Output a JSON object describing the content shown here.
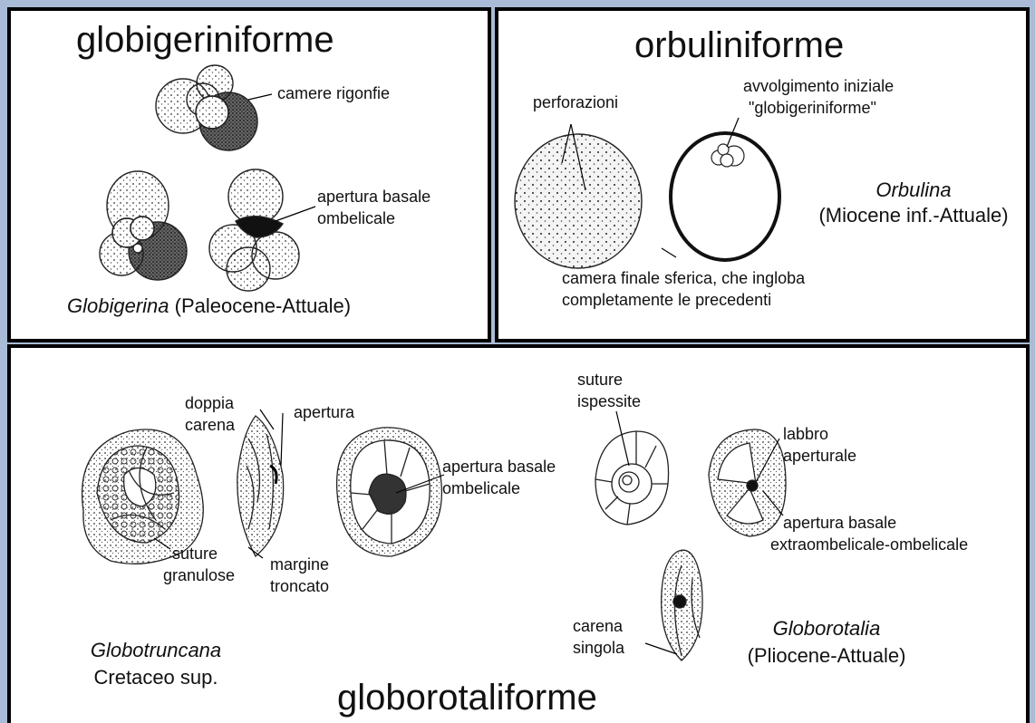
{
  "globigeriniforme": {
    "title": "globigeriniforme",
    "label_chambers": "camere rigonfie",
    "label_aperture_1": "apertura basale",
    "label_aperture_2": "ombelicale",
    "genus": "Globigerina",
    "range": "(Paleocene-Attuale)"
  },
  "orbuliniforme": {
    "title": "orbuliniforme",
    "label_pores": "perforazioni",
    "label_coil_1": "avvolgimento iniziale",
    "label_coil_2": "\"globigeriniforme\"",
    "genus": "Orbulina",
    "range": "(Miocene inf.-Attuale)",
    "label_final_1": "camera finale sferica, che ingloba",
    "label_final_2": "completamente le precedenti"
  },
  "globorotaliforme": {
    "title": "globorotaliforme",
    "label_double_keel_1": "doppia",
    "label_double_keel_2": "carena",
    "label_aperture": "apertura",
    "label_sutures_1": "suture",
    "label_sutures_2": "granulose",
    "label_margin_1": "margine",
    "label_margin_2": "troncato",
    "label_umb_aperture_1": "apertura basale",
    "label_umb_aperture_2": "ombelicale",
    "label_thick_sutures_1": "suture",
    "label_thick_sutures_2": "ispessite",
    "label_lip_1": "labbro",
    "label_lip_2": "aperturale",
    "label_extra_aperture_1": "apertura basale",
    "label_extra_aperture_2": "extraombelicale-ombelicale",
    "label_single_keel_1": "carena",
    "label_single_keel_2": "singola",
    "genus_1": "Globotruncana",
    "range_1": "Cretaceo sup.",
    "genus_2": "Globorotalia",
    "range_2": "(Pliocene-Attuale)"
  }
}
